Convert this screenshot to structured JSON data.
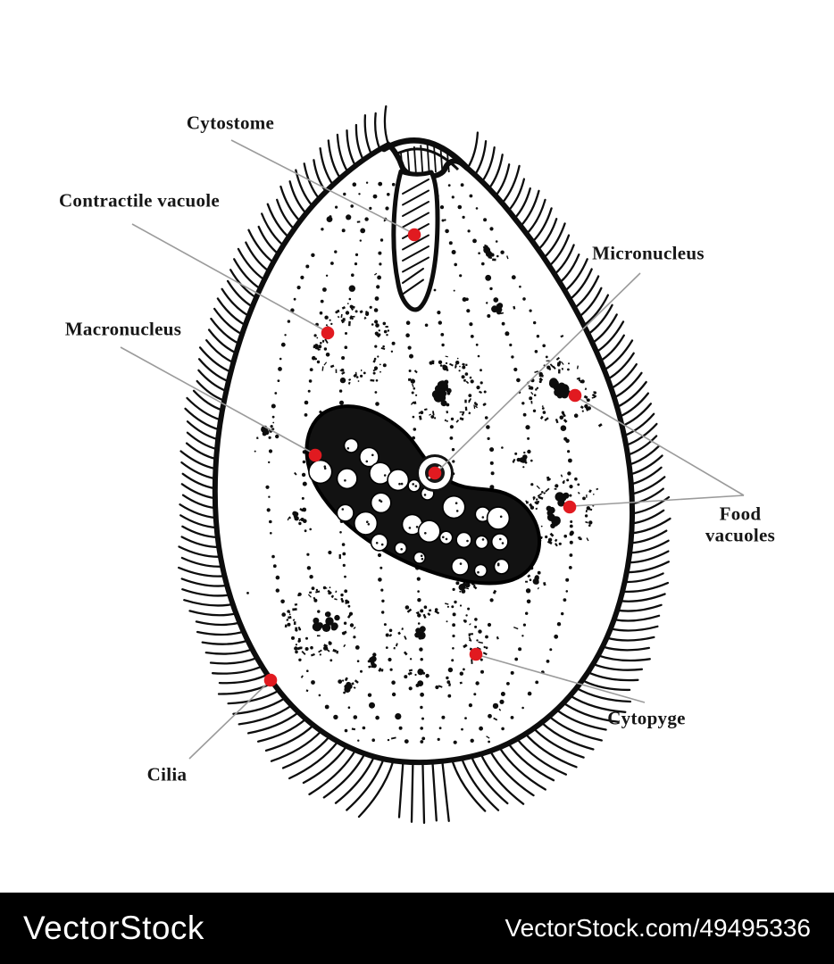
{
  "figure": {
    "subject": "Ciliate protozoan anatomy",
    "colors": {
      "ink": "#0d0d0d",
      "leader": "#9b9b9b",
      "marker": "#e11a20",
      "background": "#ffffff"
    },
    "labels": [
      {
        "id": "cytostome",
        "text": "Cytostome",
        "leaders": [
          [
            [
              259,
              157
            ],
            [
              462,
              261
            ]
          ]
        ],
        "markers": [
          [
            464,
            263
          ]
        ]
      },
      {
        "id": "contractile-vacuole",
        "text": "Contractile vacuole",
        "leaders": [
          [
            [
              148,
              251
            ],
            [
              365,
              371
            ]
          ]
        ],
        "markers": [
          [
            367,
            373
          ]
        ]
      },
      {
        "id": "macronucleus",
        "text": "Macronucleus",
        "leaders": [
          [
            [
              135,
              389
            ],
            [
              351,
              508
            ]
          ]
        ],
        "markers": [
          [
            353,
            510
          ]
        ]
      },
      {
        "id": "micronucleus",
        "text": "Micronucleus",
        "leaders": [
          [
            [
              717,
              306
            ],
            [
              489,
              529
            ]
          ]
        ],
        "markers": [
          [
            487,
            530
          ]
        ]
      },
      {
        "id": "food-vacuoles",
        "text": "Food vacuoles",
        "leaders": [
          [
            [
              833,
              555
            ],
            [
              646,
              445
            ]
          ],
          [
            [
              833,
              555
            ],
            [
              641,
              567
            ]
          ]
        ],
        "markers": [
          [
            644,
            443
          ],
          [
            638,
            568
          ]
        ]
      },
      {
        "id": "cytopyge",
        "text": "Cytopyge",
        "leaders": [
          [
            [
              722,
              787
            ],
            [
              536,
              734
            ]
          ]
        ],
        "markers": [
          [
            533,
            733
          ]
        ]
      },
      {
        "id": "cilia",
        "text": "Cilia",
        "leaders": [
          [
            [
              212,
              850
            ],
            [
              303,
              762
            ]
          ]
        ],
        "markers": [
          [
            303,
            762
          ]
        ]
      }
    ]
  },
  "watermark": {
    "brand": "VectorStock",
    "url_text": "VectorStock.com/49495336"
  }
}
